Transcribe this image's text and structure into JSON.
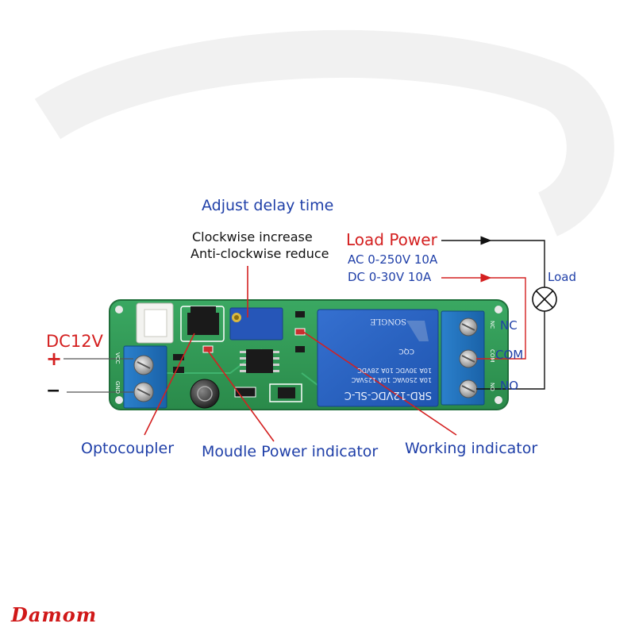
{
  "annotations": {
    "adjust_title": "Adjust delay time",
    "clockwise": "Clockwise increase",
    "anticlockwise": "Anti-clockwise reduce",
    "load_power": "Load Power",
    "ac_rating": "AC 0-250V  10A",
    "dc_rating": "DC  0-30V  10A",
    "load": "Load",
    "dc12v": "DC12V",
    "plus": "+",
    "minus": "−",
    "optocoupler": "Optocoupler",
    "power_indicator": "Moudle Power indicator",
    "working_indicator": "Working indicator",
    "nc": "NC",
    "com": "COM",
    "no": "NO"
  },
  "relay": {
    "model": "SRD-12VDC-SL-C",
    "ratings": [
      "10A 250VAC  10A 125VAC",
      "10A 30VDC  10A 28VDC"
    ],
    "brand": "SONGLE",
    "cqc": "CQC"
  },
  "board_silk": {
    "vcc": "VCC",
    "gnd": "GND",
    "nc": "NC",
    "com": "COM",
    "no": "NO"
  },
  "brand": "Damom",
  "colors": {
    "pcb_green": "#2f9a54",
    "terminal_blue": "#1e6fb8",
    "relay_blue": "#2a62c0",
    "pot_blue": "#2656b8",
    "annotation_blue": "#1f3fa8",
    "annotation_red": "#d42020"
  }
}
